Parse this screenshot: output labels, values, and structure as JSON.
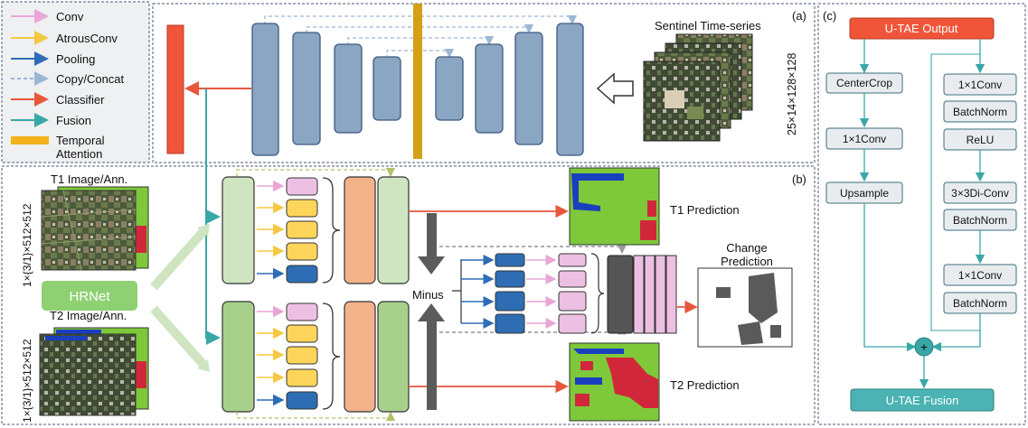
{
  "legend": {
    "items": [
      {
        "label": "Conv",
        "color": "#e9a6d6",
        "style": "arrow"
      },
      {
        "label": "AtrousConv",
        "color": "#f5c842",
        "style": "arrow"
      },
      {
        "label": "Pooling",
        "color": "#2f6db5",
        "style": "arrow"
      },
      {
        "label": "Copy/Concat",
        "color": "#9cb6d6",
        "style": "dashed"
      },
      {
        "label": "Classifier",
        "color": "#e8573c",
        "style": "arrow"
      },
      {
        "label": "Fusion",
        "color": "#3aa7a7",
        "style": "arrow"
      },
      {
        "label": "Temporal",
        "label2": "Attention",
        "color": "#f2b21a",
        "style": "bar"
      }
    ]
  },
  "panel_a": {
    "tag": "(a)",
    "input_title": "Sentinel Time-series",
    "input_shape": "25×14×128×128"
  },
  "panel_b": {
    "tag": "(b)",
    "t1_title": "T1 Image/Ann.",
    "t2_title": "T2 Image/Ann.",
    "t1_shape": "1×{3/1}×512×512",
    "t2_shape": "1×{3/1}×512×512",
    "hrnet": "HRNet",
    "minus": "Minus",
    "t1_pred": "T1 Prediction",
    "t2_pred": "T2 Prediction",
    "change_pred_1": "Change",
    "change_pred_2": "Prediction"
  },
  "panel_c": {
    "tag": "(c)",
    "top": "U-TAE Output",
    "left_blocks": [
      "CenterCrop",
      "1×1Conv",
      "Upsample"
    ],
    "right_blocks": [
      "1×1Conv",
      "BatchNorm",
      "ReLU",
      "3×3Di-Conv",
      "BatchNorm",
      "1×1Conv",
      "BatchNorm"
    ],
    "plus": "+",
    "bottom": "U-TAE Fusion"
  },
  "colors": {
    "unet_block": "#8aa6c2",
    "classifier": "#f0553a",
    "temporal": "#d4a017",
    "green_light": "#cfe5c2",
    "green_dark": "#a8d08d",
    "orange_block": "#f2b28a",
    "pink_block": "#ecc0e2",
    "yellow_block": "#fcd55a",
    "blue_block": "#2e6db3",
    "dark_block": "#555555",
    "teal": "#3aa7a7",
    "grey_box": "#e9ecef"
  }
}
